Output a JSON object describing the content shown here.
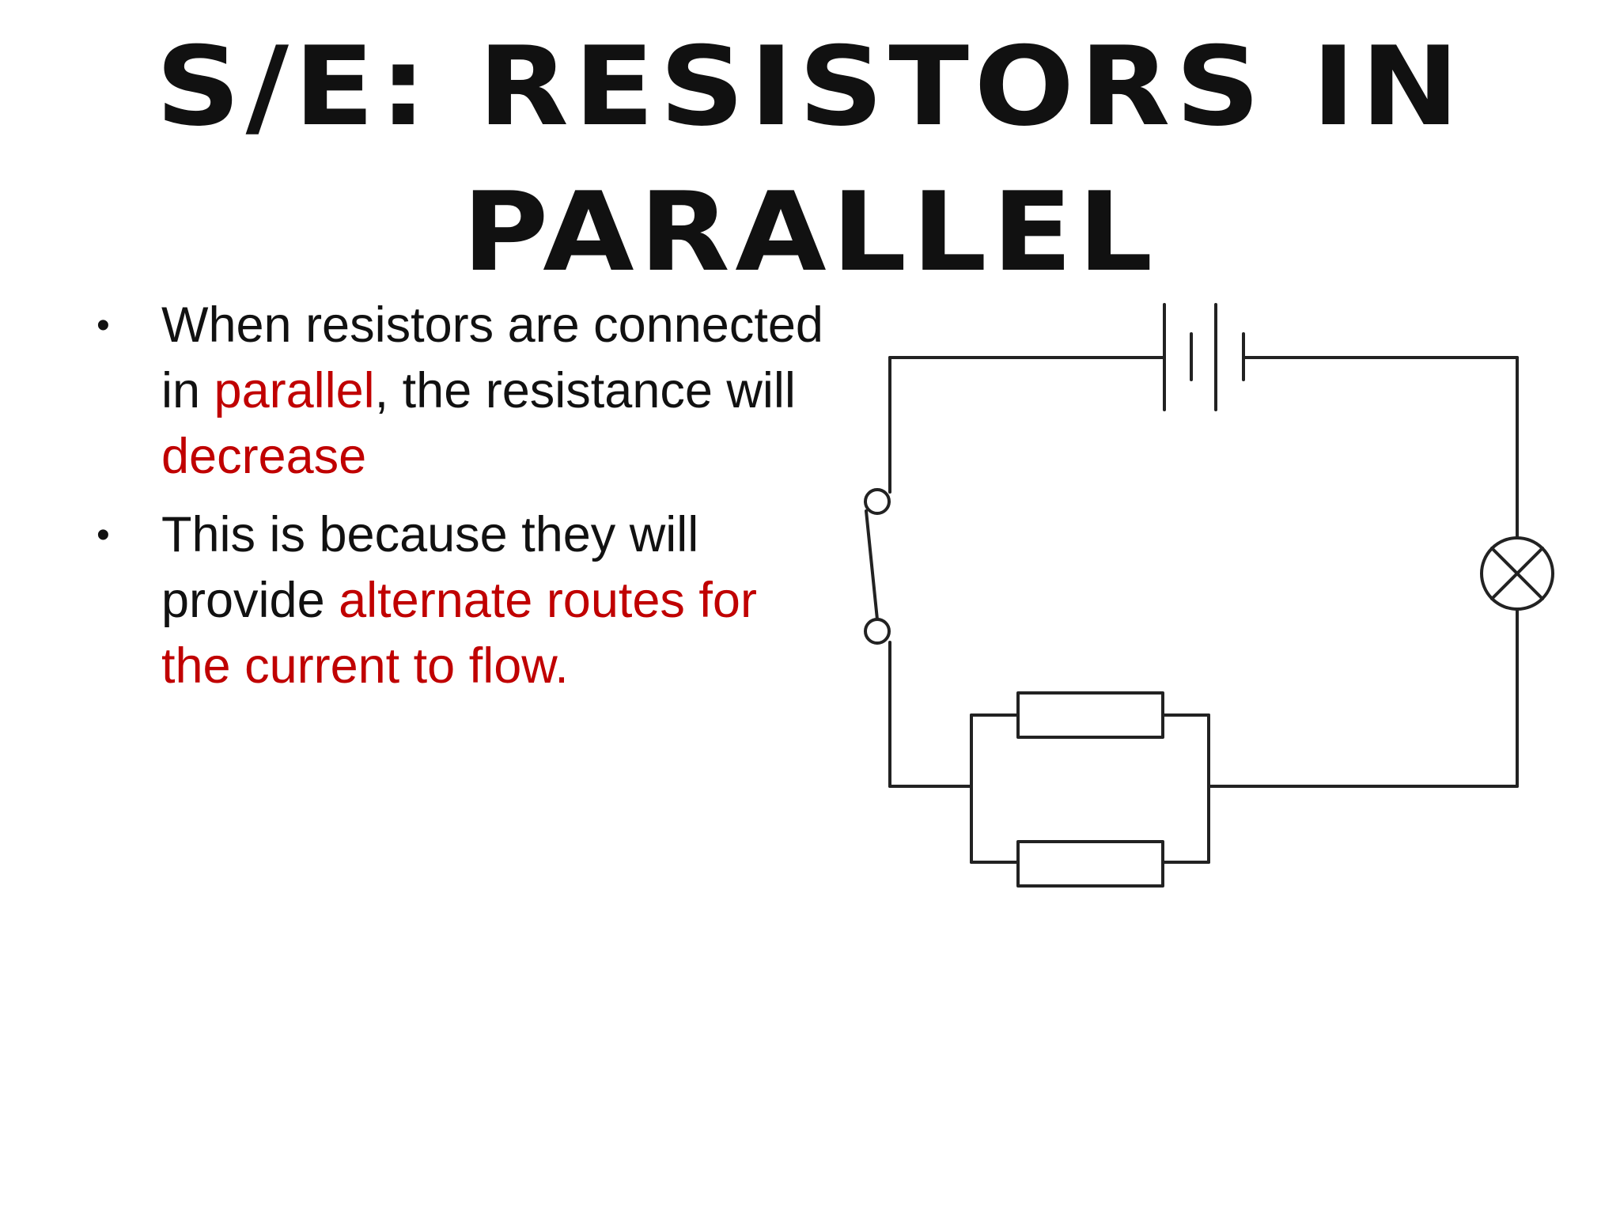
{
  "slide": {
    "title_line1": "S/E: Resistors in",
    "title_line2": "Parallel",
    "bullets": [
      {
        "parts": [
          {
            "text": "When resistors are connected in ",
            "emphasis": false
          },
          {
            "text": "parallel",
            "emphasis": true
          },
          {
            "text": ", the resistance will ",
            "emphasis": false
          },
          {
            "text": "decrease",
            "emphasis": true
          }
        ]
      },
      {
        "parts": [
          {
            "text": "This is because they will provide ",
            "emphasis": false
          },
          {
            "text": "alternate routes for the current to flow.",
            "emphasis": true
          }
        ]
      }
    ],
    "bullet_glyph": "•"
  },
  "colors": {
    "text": "#111111",
    "emphasis": "#c00000",
    "background": "#ffffff",
    "wire": "#222222"
  },
  "diagram": {
    "components": [
      "battery-icon",
      "switch-icon",
      "lamp-icon",
      "resistor-icon",
      "resistor-icon"
    ]
  }
}
